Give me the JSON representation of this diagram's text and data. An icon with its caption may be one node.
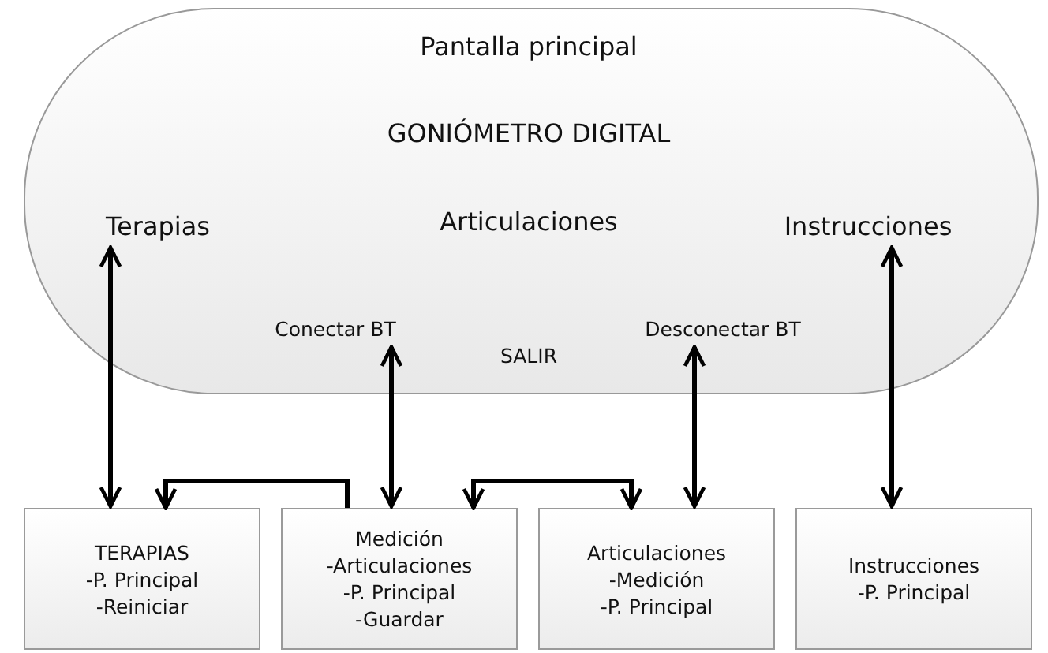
{
  "diagram": {
    "nodes": [
      {
        "text": [
          "Pantalla principal",
          "GONIÓMETRO DIGITAL",
          "Articulaciones",
          "SALIR"
        ]
      },
      {
        "text": [
          "Terapias"
        ],
        "in": 0
      },
      {
        "text": [
          "Conectar BT"
        ],
        "in": 0
      },
      {
        "text": [
          "Desconectar BT"
        ],
        "in": 0
      },
      {
        "text": [
          "Instrucciones"
        ],
        "in": 0
      },
      {
        "text": [
          "TERAPIAS",
          "-P. Principal",
          "-Reiniciar"
        ]
      },
      {
        "text": [
          "Medición",
          "-Articulaciones",
          "-P. Principal",
          "-Guardar"
        ]
      },
      {
        "text": [
          "Articulaciones",
          "-Medición",
          "-P. Principal"
        ]
      },
      {
        "text": [
          "Instrucciones",
          "-P. Principal"
        ]
      }
    ],
    "edges": [
      {
        "from": 1,
        "to": 5,
        "arrow": "both"
      },
      {
        "from": 2,
        "to": 6,
        "arrow": "both"
      },
      {
        "from": 6,
        "to": 5,
        "arrow": "to"
      },
      {
        "from": 6,
        "to": 7,
        "arrow": "both"
      },
      {
        "from": 3,
        "to": 7,
        "arrow": "both"
      },
      {
        "from": 4,
        "to": 8,
        "arrow": "both"
      }
    ]
  }
}
